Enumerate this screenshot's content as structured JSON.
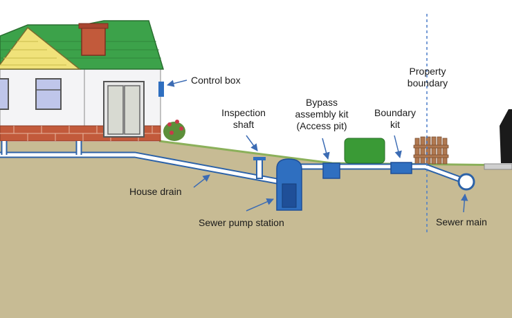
{
  "labels": {
    "control_box": "Control box",
    "inspection_shaft": [
      "Inspection",
      "shaft"
    ],
    "bypass_kit": [
      "Bypass",
      "assembly kit",
      "(Access pit)"
    ],
    "boundary_kit": [
      "Boundary",
      "kit"
    ],
    "property_boundary": [
      "Property",
      "boundary"
    ],
    "house_drain": "House drain",
    "sewer_pump_station": "Sewer pump station",
    "sewer_main": "Sewer main"
  },
  "colors": {
    "soil": "#c7bb94",
    "pipe_stroke": "#2c62a8",
    "pipe_fill": "#ffffff",
    "component": "#2f6fc0",
    "grass": "#8bb05a",
    "roof": "#3ca24a",
    "wall": "#f4f4f6",
    "brick": "#c25a3b",
    "boundary_line": "#4a7cc8",
    "arrow": "#3c6cb4",
    "hedge": "#3a9a36",
    "fence": "#b07850"
  }
}
